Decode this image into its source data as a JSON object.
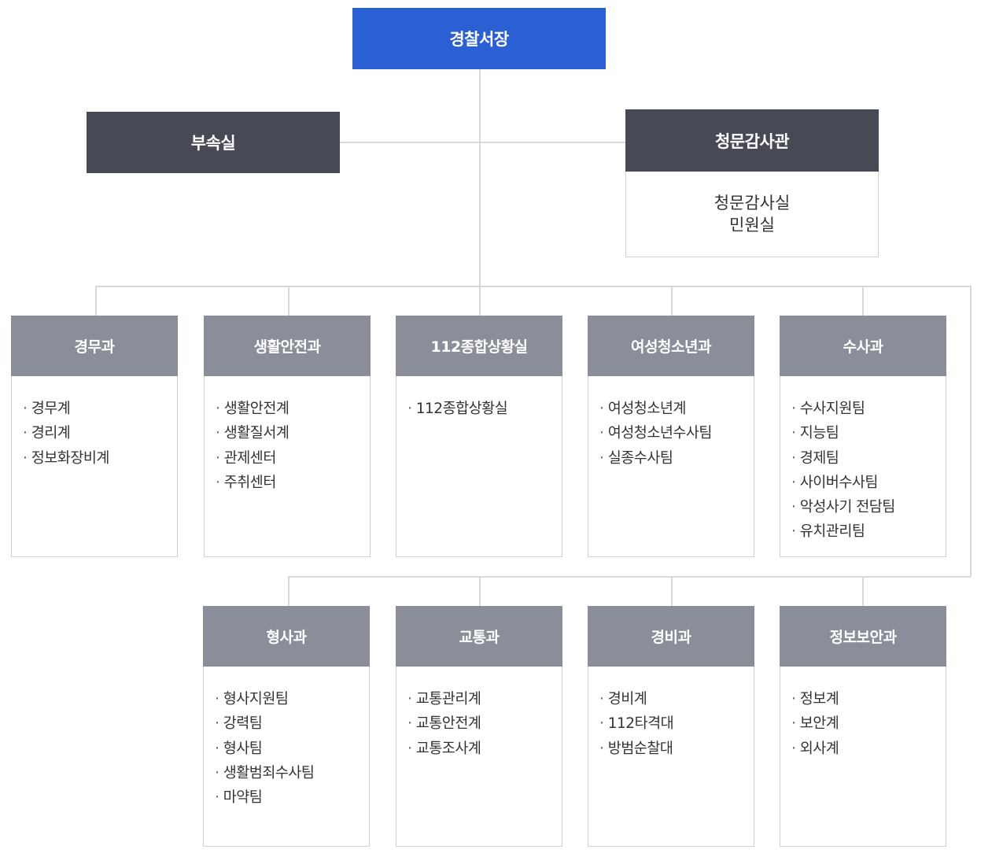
{
  "chief": {
    "label": "경찰서장"
  },
  "annex": {
    "label": "부속실"
  },
  "inspector": {
    "label": "청문감사관",
    "items": [
      "청문감사실",
      "민원실"
    ]
  },
  "departments_row1": [
    {
      "name": "경무과",
      "items": [
        "경무계",
        "경리계",
        "정보화장비계"
      ]
    },
    {
      "name": "생활안전과",
      "items": [
        "생활안전계",
        "생활질서계",
        "관제센터",
        "주취센터"
      ]
    },
    {
      "name": "112종합상황실",
      "items": [
        "112종합상황실"
      ]
    },
    {
      "name": "여성청소년과",
      "items": [
        "여성청소년계",
        "여성청소년수사팀",
        "실종수사팀"
      ]
    },
    {
      "name": "수사과",
      "items": [
        "수사지원팀",
        "지능팀",
        "경제팀",
        "사이버수사팀",
        "악성사기 전담팀",
        "유치관리팀"
      ]
    }
  ],
  "departments_row2": [
    {
      "name": "형사과",
      "items": [
        "형사지원팀",
        "강력팀",
        "형사팀",
        "생활범죄수사팀",
        "마약팀"
      ]
    },
    {
      "name": "교통과",
      "items": [
        "교통관리계",
        "교통안전계",
        "교통조사계"
      ]
    },
    {
      "name": "경비과",
      "items": [
        "경비계",
        "112타격대",
        "방범순찰대"
      ]
    },
    {
      "name": "정보보안과",
      "items": [
        "정보계",
        "보안계",
        "외사계"
      ]
    }
  ]
}
